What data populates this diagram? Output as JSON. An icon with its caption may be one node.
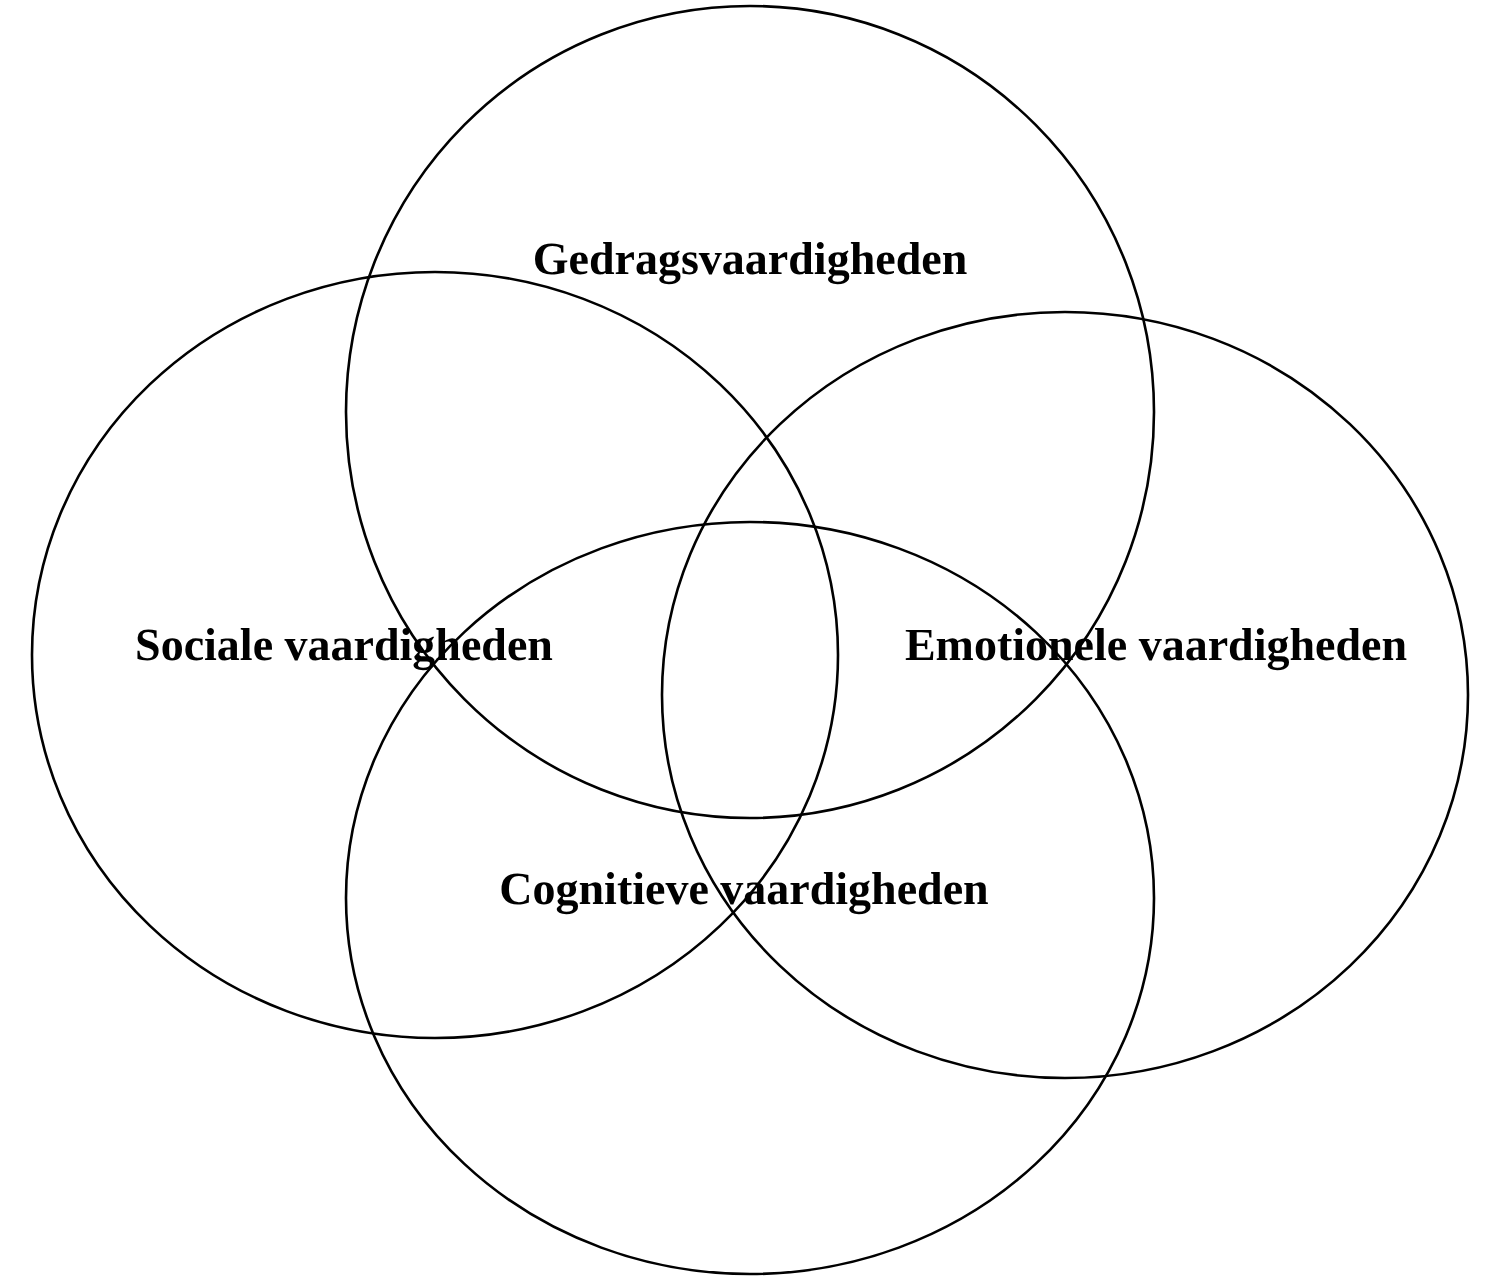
{
  "diagram": {
    "nodes": [
      {
        "text": [
          "Gedragsvaardigheden"
        ]
      },
      {
        "text": [
          "Sociale vaardigheden"
        ]
      },
      {
        "text": [
          "Emotionele vaardigheden"
        ]
      },
      {
        "text": [
          "Cognitieve vaardigheden"
        ]
      }
    ]
  }
}
